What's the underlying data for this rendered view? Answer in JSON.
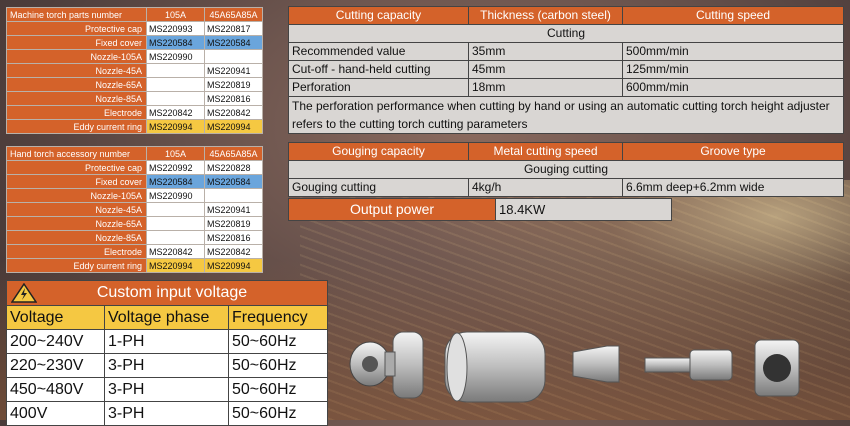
{
  "machine_table": {
    "header": [
      "Machine torch parts number",
      "105A",
      "45A65A85A"
    ],
    "rows": [
      {
        "name": "Protective cap",
        "a": "MS220993",
        "b": "MS220817",
        "style": "white"
      },
      {
        "name": "Fixed cover",
        "a": "MS220584",
        "b": "MS220584",
        "style": "blue"
      },
      {
        "name": "Nozzle-105A",
        "a": "MS220990",
        "b": "",
        "style": "white"
      },
      {
        "name": "Nozzle-45A",
        "a": "",
        "b": "MS220941",
        "style": "white"
      },
      {
        "name": "Nozzle-65A",
        "a": "",
        "b": "MS220819",
        "style": "white"
      },
      {
        "name": "Nozzle-85A",
        "a": "",
        "b": "MS220816",
        "style": "white"
      },
      {
        "name": "Electrode",
        "a": "MS220842",
        "b": "MS220842",
        "style": "white"
      },
      {
        "name": "Eddy current ring",
        "a": "MS220994",
        "b": "MS220994",
        "style": "yellow"
      }
    ]
  },
  "hand_table": {
    "header": [
      "Hand torch accessory number",
      "105A",
      "45A65A85A"
    ],
    "rows": [
      {
        "name": "Protective cap",
        "a": "MS220992",
        "b": "MS220828",
        "style": "white"
      },
      {
        "name": "Fixed cover",
        "a": "MS220584",
        "b": "MS220584",
        "style": "blue"
      },
      {
        "name": "Nozzle-105A",
        "a": "MS220990",
        "b": "",
        "style": "white"
      },
      {
        "name": "Nozzle-45A",
        "a": "",
        "b": "MS220941",
        "style": "white"
      },
      {
        "name": "Nozzle-65A",
        "a": "",
        "b": "MS220819",
        "style": "white"
      },
      {
        "name": "Nozzle-85A",
        "a": "",
        "b": "MS220816",
        "style": "white"
      },
      {
        "name": "Electrode",
        "a": "MS220842",
        "b": "MS220842",
        "style": "white"
      },
      {
        "name": "Eddy current ring",
        "a": "MS220994",
        "b": "MS220994",
        "style": "yellow"
      }
    ]
  },
  "cutting": {
    "headers": [
      "Cutting capacity",
      "Thickness (carbon steel)",
      "Cutting speed"
    ],
    "section": "Cutting",
    "rows": [
      [
        "Recommended value",
        "35mm",
        "500mm/min"
      ],
      [
        "Cut-off - hand-held cutting",
        "45mm",
        "125mm/min"
      ],
      [
        "Perforation",
        "18mm",
        "600mm/min"
      ]
    ],
    "note": "The perforation performance when cutting by hand or using an automatic cutting torch height adjuster refers to the cutting torch cutting parameters"
  },
  "gouging": {
    "headers": [
      "Gouging capacity",
      "Metal cutting speed",
      "Groove type"
    ],
    "section": "Gouging cutting",
    "row": [
      "Gouging cutting",
      "4kg/h",
      "6.6mm deep+6.2mm wide"
    ]
  },
  "power": {
    "label": "Output power",
    "value": "18.4KW"
  },
  "voltage": {
    "title": "Custom input voltage",
    "headers": [
      "Voltage",
      "Voltage phase",
      "Frequency"
    ],
    "rows": [
      [
        "200~240V",
        "1-PH",
        "50~60Hz"
      ],
      [
        "220~230V",
        "3-PH",
        "50~60Hz"
      ],
      [
        "450~480V",
        "3-PH",
        "50~60Hz"
      ],
      [
        "400V",
        "3-PH",
        "50~60Hz"
      ]
    ]
  },
  "colors": {
    "accent": "#d4622a",
    "highlight_blue": "#6aa5dc",
    "highlight_yellow": "#f5c842"
  },
  "icons": [
    "warning-icon"
  ]
}
